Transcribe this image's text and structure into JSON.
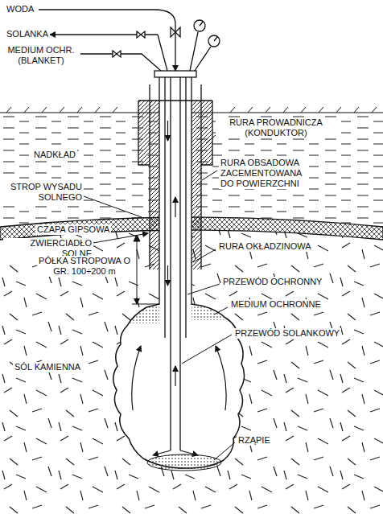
{
  "diagram": {
    "labels": [
      "WODA",
      "SOLANKA",
      "MEDIUM OCHR. (BLANKET)",
      "RURA PROWADNICZA (KONDUKTOR)",
      "NADKŁAD",
      "RURA OBSADOWA ZACEMENTOWANA DO POWIERZCHNI",
      "STROP WYSADU SOLNEGO",
      "CZAPA GIPSOWA",
      "ZWIERCIADŁO SOLNE",
      "RURA OKŁADZINOWA",
      "PÓŁKA STROPOWA O GR. 100÷200 m",
      "PRZEWÓD OCHRONNY",
      "MEDIUM OCHRONNE",
      "PRZEWÓD SOLANKOWY",
      "SÓL KAMIENNA",
      "RZĄPIE"
    ]
  }
}
